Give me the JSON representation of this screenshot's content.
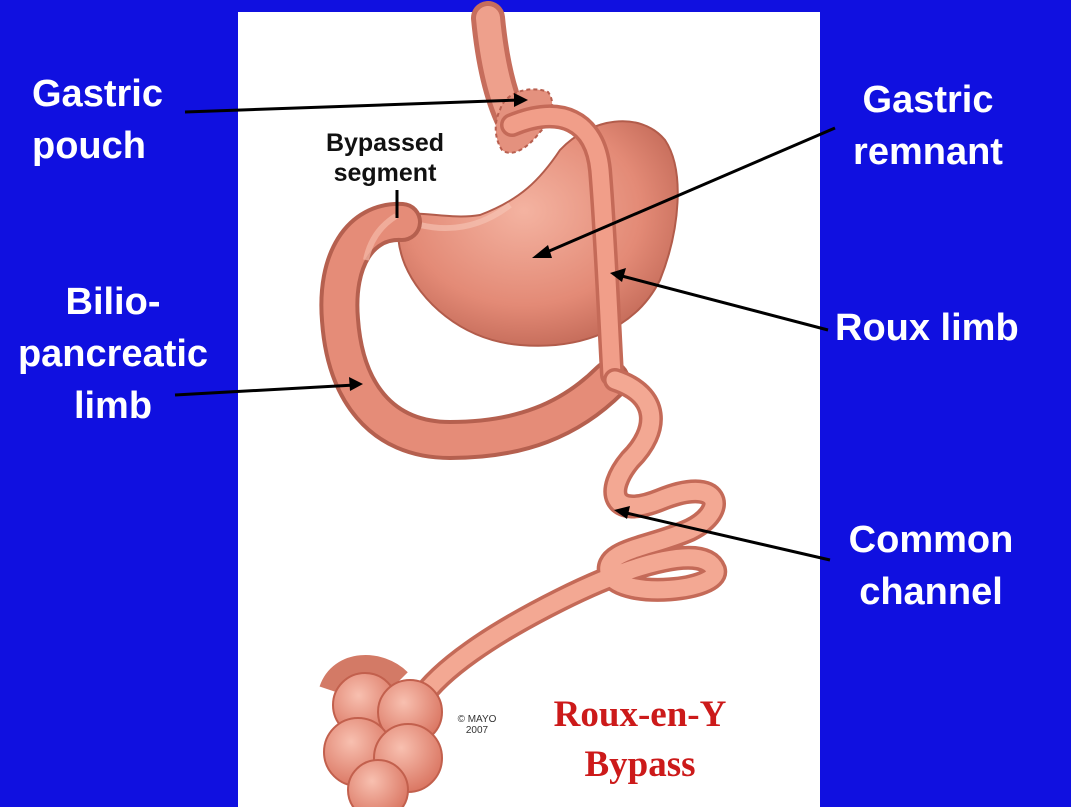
{
  "labels": {
    "gastric_pouch": [
      "Gastric",
      "pouch"
    ],
    "bypassed_segment": [
      "Bypassed",
      "segment"
    ],
    "biliopancreatic_limb": [
      "Bilio-",
      "pancreatic",
      "limb"
    ],
    "gastric_remnant": [
      "Gastric",
      "remnant"
    ],
    "roux_limb": "Roux limb",
    "common_channel": [
      "Common",
      "channel"
    ]
  },
  "title": [
    "Roux-en-Y",
    "Bypass"
  ],
  "copyright": [
    "© MAYO",
    "2007"
  ],
  "colors": {
    "background": "#1010e0",
    "panel": "#ffffff",
    "tissue": "#e8927f",
    "tissue_dark": "#c66d5c",
    "title": "#cc1a1a",
    "label": "#ffffff"
  }
}
